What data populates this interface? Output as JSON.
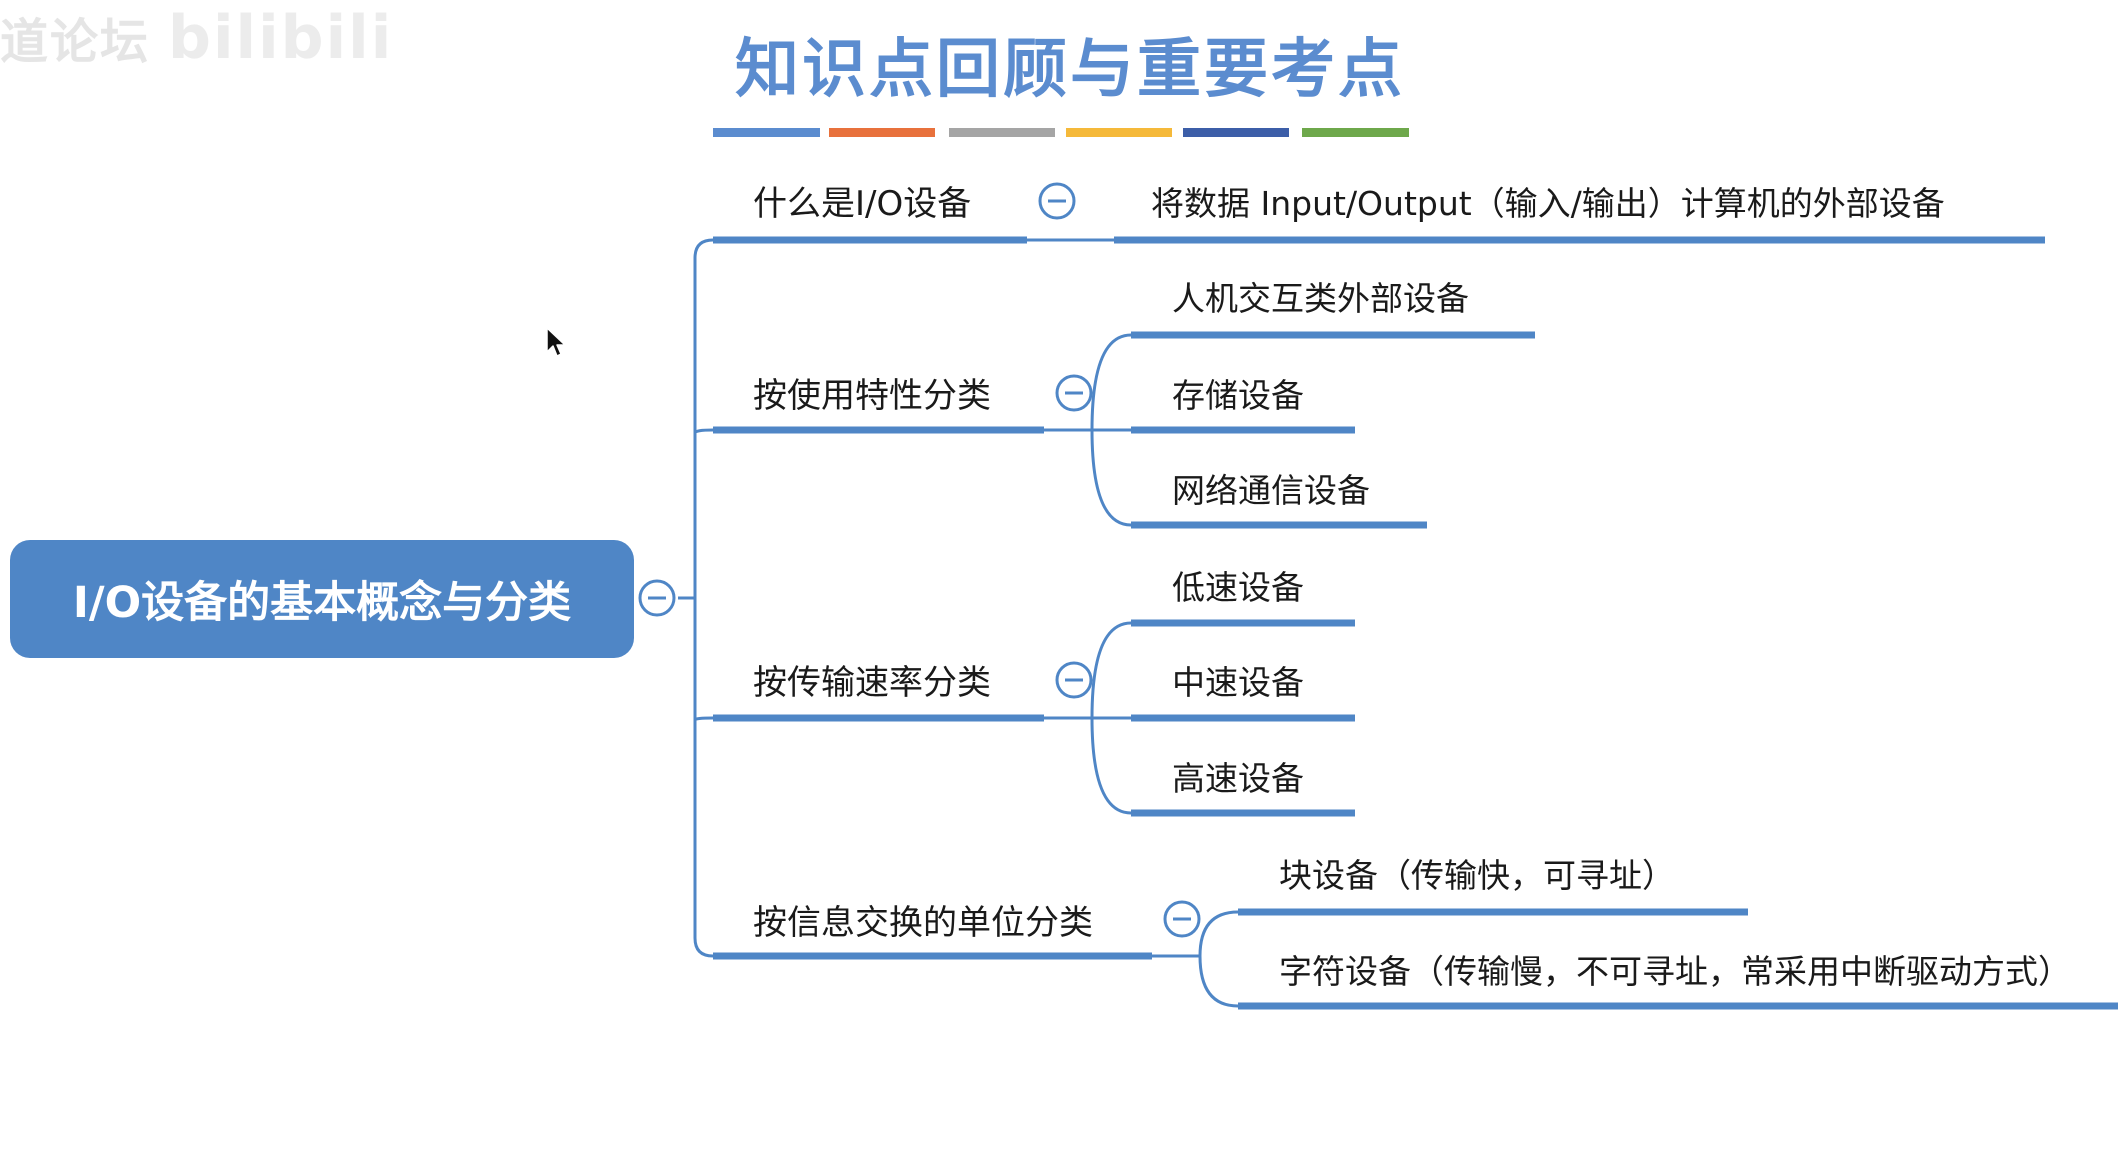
{
  "watermark": {
    "text": "道论坛",
    "logo": "bilibili"
  },
  "title": "知识点回顾与重要考点",
  "title_bar_colors": [
    "#5b8ccf",
    "#e8713c",
    "#a5a5a5",
    "#f5b93a",
    "#3c5ea8",
    "#6ea84b"
  ],
  "mindmap": {
    "root": "I/O设备的基本概念与分类",
    "branches": [
      {
        "label": "什么是I/O设备",
        "children": [
          "将数据 Input/Output（输入/输出）计算机的外部设备"
        ]
      },
      {
        "label": "按使用特性分类",
        "children": [
          "人机交互类外部设备",
          "存储设备",
          "网络通信设备"
        ]
      },
      {
        "label": "按传输速率分类",
        "children": [
          "低速设备",
          "中速设备",
          "高速设备"
        ]
      },
      {
        "label": "按信息交换的单位分类",
        "children": [
          "块设备（传输快，可寻址）",
          "字符设备（传输慢，不可寻址，常采用中断驱动方式）"
        ]
      }
    ]
  },
  "colors": {
    "accent": "#4f86c6",
    "line": "#4f86c6",
    "text": "#1a1a1a"
  },
  "icons": {
    "collapse": "collapse-minus-icon",
    "cursor": "mouse-pointer-icon"
  }
}
